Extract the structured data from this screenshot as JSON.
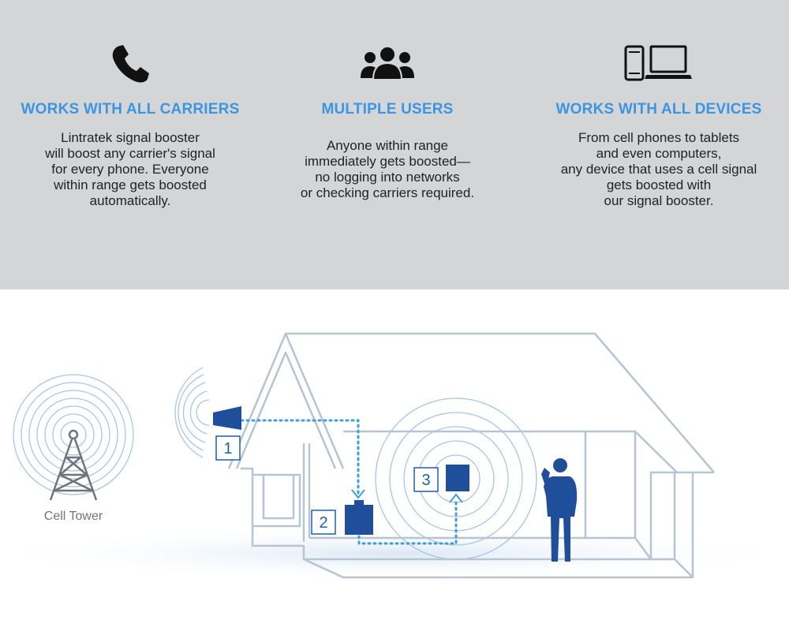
{
  "features": [
    {
      "icon": "phone-icon",
      "title": "WORKS WITH ALL CARRIERS",
      "lines": [
        "Lintratek signal booster",
        "will boost any carrier's signal",
        "for every phone. Everyone",
        "within range gets boosted",
        "automatically."
      ]
    },
    {
      "icon": "users-icon",
      "title": "MULTIPLE USERS",
      "lines": [
        "Anyone within range",
        "immediately gets boosted—",
        "no logging into networks",
        "or checking carriers required."
      ]
    },
    {
      "icon": "devices-icon",
      "title": "WORKS WITH ALL DEVICES",
      "lines": [
        "From cell phones to tablets",
        "and even computers,",
        "any device that uses a cell signal",
        "gets boosted with",
        "our signal booster."
      ]
    }
  ],
  "diagram": {
    "tower_label": "Cell Tower",
    "step_numbers": [
      "1",
      "2",
      "3"
    ],
    "colors": {
      "accent": "#1f4f9a",
      "blue_title": "#3d95e0",
      "line": "#b7c4d2",
      "dotted": "#3f9ed8"
    }
  }
}
